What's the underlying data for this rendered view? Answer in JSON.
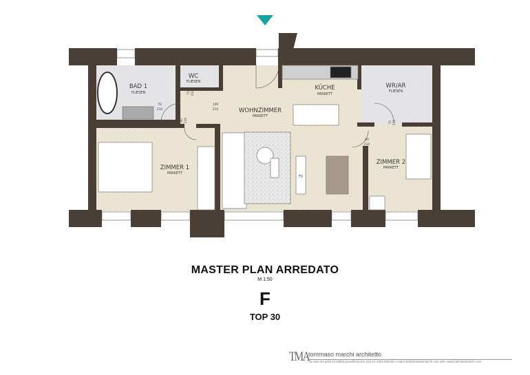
{
  "rooms": {
    "bad1": {
      "name": "BAD 1",
      "floor": "FLIESEN"
    },
    "wc": {
      "name": "WC",
      "floor": "FLIESEN"
    },
    "wohnzimmer": {
      "name": "WOHNZIMMER",
      "floor": "PARKETT"
    },
    "kueche": {
      "name": "KÜCHE",
      "floor": "PARKETT"
    },
    "wrar": {
      "name": "WR/AR",
      "floor": "FLIESEN"
    },
    "zimmer1": {
      "name": "ZIMMER 1",
      "floor": "PARKETT"
    },
    "zimmer2": {
      "name": "ZIMMER 2",
      "floor": "PARKETT"
    },
    "tv": "TV"
  },
  "doors": {
    "bad1": {
      "w": "70",
      "h": "210"
    },
    "entry": {
      "w": "100",
      "h": "210"
    },
    "zimmer1": {
      "w": "80",
      "h": "210"
    },
    "wc": {
      "w": "70",
      "h": "210"
    },
    "zimmer2": {
      "w": "80",
      "h": "210"
    },
    "wrar": {
      "w": "70",
      "h": "210"
    }
  },
  "title": {
    "main": "MASTER PLAN ARREDATO",
    "scale": "M 1:50",
    "unit": "F",
    "top": "TOP 30"
  },
  "footer": {
    "logo": "TMA",
    "name": "tommaso marchi architetto",
    "address": "via casa del gallo 13  28883  gravellona toce (vb)  tel. 0323 068132  e-mail info@tommasomarchi.com  web: www.tommasomarchi.com"
  },
  "colors": {
    "wall": "#4a3f37",
    "parquet": "#ece6d4",
    "tiles": "#e4e4e7",
    "marker": "#1aa3a3"
  }
}
